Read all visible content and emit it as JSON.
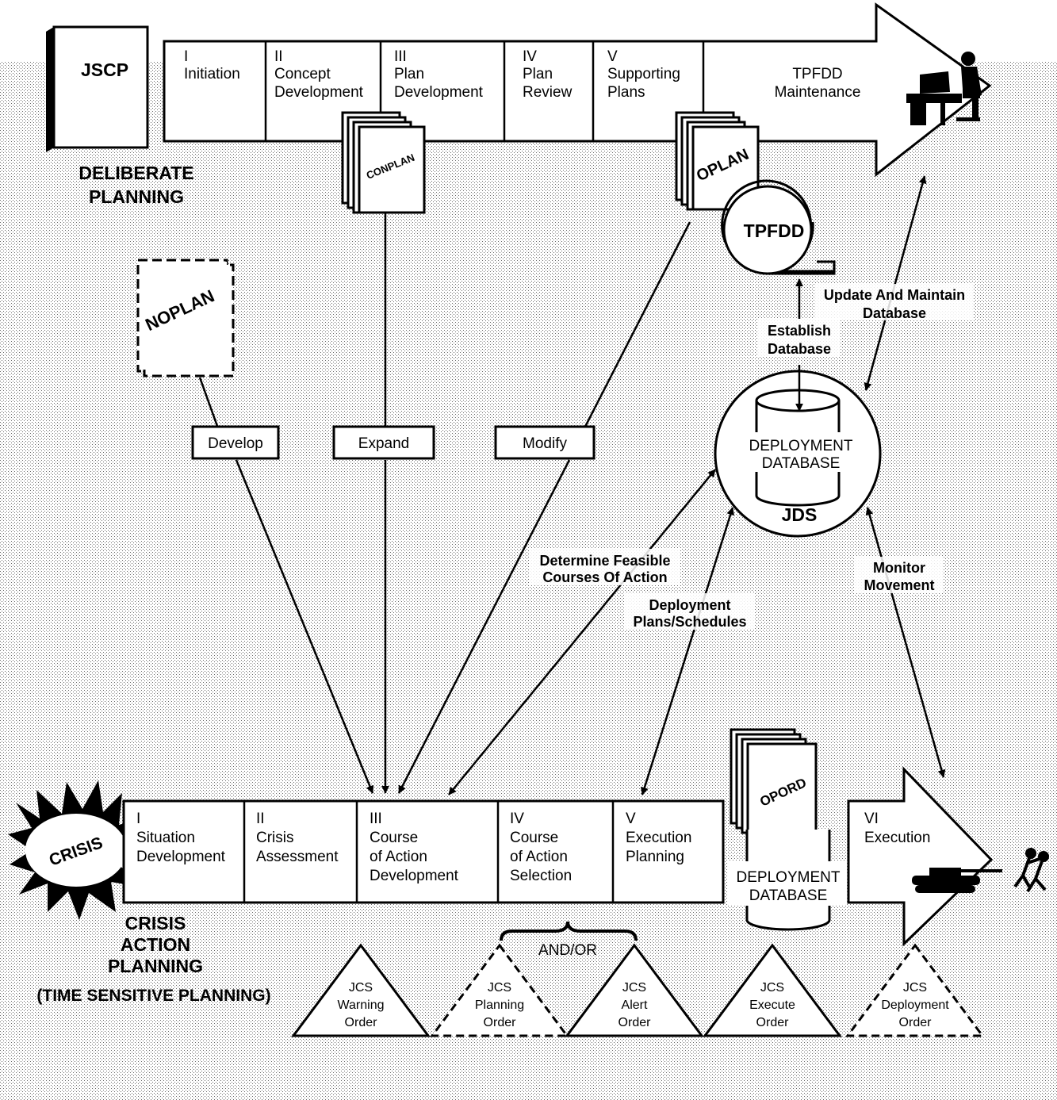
{
  "deliberate": {
    "jscp": "JSCP",
    "title_lines": [
      "DELIBERATE",
      "PLANNING"
    ],
    "phases": [
      {
        "num": "I",
        "lines": [
          "Initiation"
        ]
      },
      {
        "num": "II",
        "lines": [
          "Concept",
          "Development"
        ]
      },
      {
        "num": "III",
        "lines": [
          "Plan",
          "Development"
        ]
      },
      {
        "num": "IV",
        "lines": [
          "Plan",
          "Review"
        ]
      },
      {
        "num": "V",
        "lines": [
          "Supporting",
          "Plans"
        ]
      }
    ],
    "maintenance_lines": [
      "TPFDD",
      "Maintenance"
    ]
  },
  "documents": {
    "conplan": "CONPLAN",
    "oplan": "OPLAN",
    "noplan": "NOPLAN",
    "tpfdd": "TPFDD",
    "opord": "OPORD"
  },
  "connectors": {
    "develop": "Develop",
    "expand": "Expand",
    "modify": "Modify"
  },
  "jds": {
    "db_lines": [
      "DEPLOYMENT",
      "DATABASE"
    ],
    "label": "JDS",
    "establish_lines": [
      "Establish",
      "Database"
    ],
    "update_lines": [
      "Update And Maintain",
      "Database"
    ],
    "determine_lines": [
      "Determine Feasible",
      "Courses Of Action"
    ],
    "deployment_lines": [
      "Deployment",
      "Plans/Schedules"
    ],
    "monitor_lines": [
      "Monitor",
      "Movement"
    ]
  },
  "crisis": {
    "burst": "CRISIS",
    "title_lines": [
      "CRISIS",
      "ACTION",
      "PLANNING"
    ],
    "subtitle": "(TIME SENSITIVE PLANNING)",
    "phases": [
      {
        "num": "I",
        "lines": [
          "Situation",
          "Development"
        ]
      },
      {
        "num": "II",
        "lines": [
          "Crisis",
          "Assessment"
        ]
      },
      {
        "num": "III",
        "lines": [
          "Course",
          "of Action",
          "Development"
        ]
      },
      {
        "num": "IV",
        "lines": [
          "Course",
          "of Action",
          "Selection"
        ]
      },
      {
        "num": "V",
        "lines": [
          "Execution",
          "Planning"
        ]
      }
    ],
    "execution": {
      "num": "VI",
      "lines": [
        "Execution"
      ]
    },
    "db_lines": [
      "DEPLOYMENT",
      "DATABASE"
    ]
  },
  "orders": {
    "and_or": "AND/OR",
    "items": [
      {
        "lines": [
          "JCS",
          "Warning",
          "Order"
        ],
        "dashed": false
      },
      {
        "lines": [
          "JCS",
          "Planning",
          "Order"
        ],
        "dashed": true
      },
      {
        "lines": [
          "JCS",
          "Alert",
          "Order"
        ],
        "dashed": false
      },
      {
        "lines": [
          "JCS",
          "Execute",
          "Order"
        ],
        "dashed": false
      },
      {
        "lines": [
          "JCS",
          "Deployment",
          "Order"
        ],
        "dashed": true
      }
    ]
  }
}
